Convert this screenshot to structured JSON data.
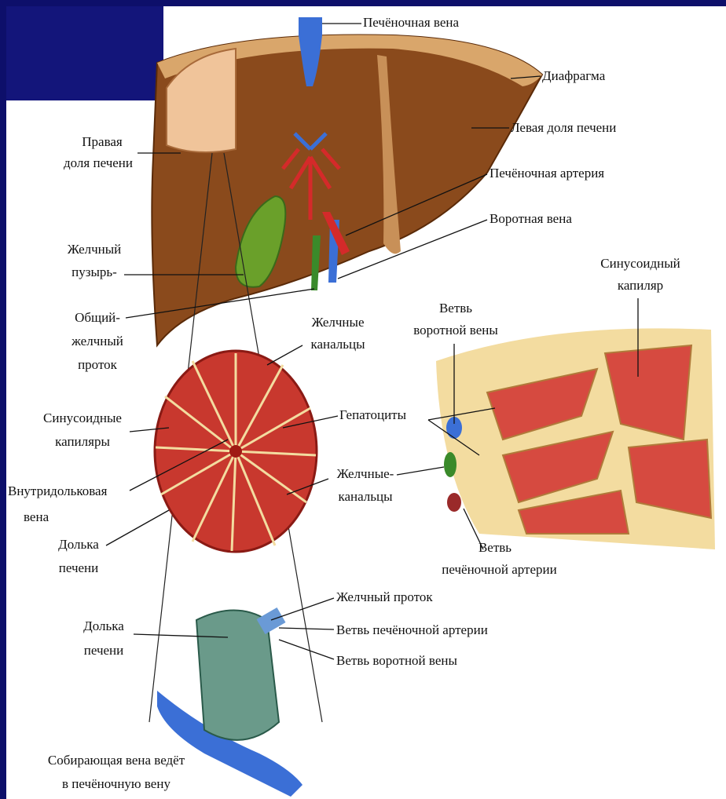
{
  "labels": {
    "hepatic_vein": "Печёночная вена",
    "diaphragm": "Диафрагма",
    "left_lobe": "Левая доля печени",
    "right_lobe_1": "Правая",
    "right_lobe_2": "доля печени",
    "hepatic_artery": "Печёночная артерия",
    "portal_vein": "Воротная вена",
    "gallbladder_1": "Желчный",
    "gallbladder_2": "пузырь-",
    "common_duct_1": "Общий-",
    "common_duct_2": "желчный",
    "common_duct_3": "проток",
    "bile_canaliculi_top_1": "Желчные",
    "bile_canaliculi_top_2": "канальцы",
    "sinusoid_capillary_1": "Синусоидный",
    "sinusoid_capillary_2": "капиляр",
    "portal_branch_1": "Ветвь",
    "portal_branch_2": "воротной вены",
    "sinusoid_capillaries_1": "Синусоидные",
    "sinusoid_capillaries_2": "капиляры",
    "hepatocytes": "Гепатоциты",
    "central_vein_1": "Внутридольковая",
    "central_vein_2": "вена",
    "bile_canaliculi_bottom_1": "Желчные-",
    "bile_canaliculi_bottom_2": "канальцы",
    "lobule_1": "Долька",
    "lobule_2": "печени",
    "artery_branch_1": "Ветвь",
    "artery_branch_2": "печёночной артерии",
    "bile_duct": "Желчный проток",
    "lobule_bottom_1": "Долька",
    "lobule_bottom_2": "печени",
    "artery_branch_lobule": "Ветвь  печёночной артерии",
    "portal_branch_lobule": "Ветвь воротной вены",
    "collecting_vein_1": "Собирающая вена ведёт",
    "collecting_vein_2": "в печёночную вену"
  },
  "colors": {
    "background": "#13157a",
    "liver": "#8a4a1c",
    "liver_dark": "#6b3510",
    "diaphragm": "#d9a66b",
    "vein": "#3b6fd6",
    "artery": "#d42a2a",
    "bile": "#3a8a2a",
    "lobule_red": "#c8382e",
    "lobule_cream": "#f3dca0"
  }
}
